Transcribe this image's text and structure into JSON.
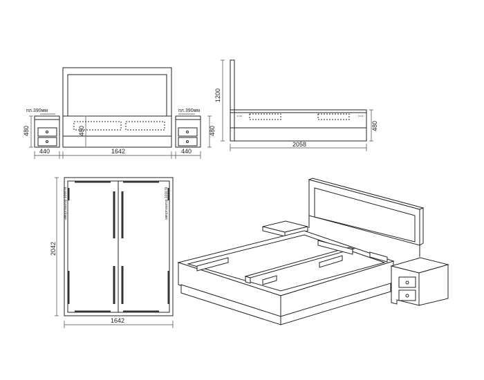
{
  "front_view": {
    "nightstand_depth_left": "пл.390мм",
    "nightstand_depth_right": "пл.390мм",
    "nightstand_height_left": "480",
    "nightstand_height_right": "480",
    "bed_height": "480",
    "nightstand_width_left": "440",
    "bed_width": "1642",
    "nightstand_width_right": "440"
  },
  "side_view": {
    "headboard_height": "1200",
    "bed_height": "480",
    "bed_length": "2058"
  },
  "top_view": {
    "length": "2042",
    "width": "1642",
    "slat_note_left": "амортизатор 1000 N",
    "slat_note_right": "амортизатор 1000 N"
  }
}
